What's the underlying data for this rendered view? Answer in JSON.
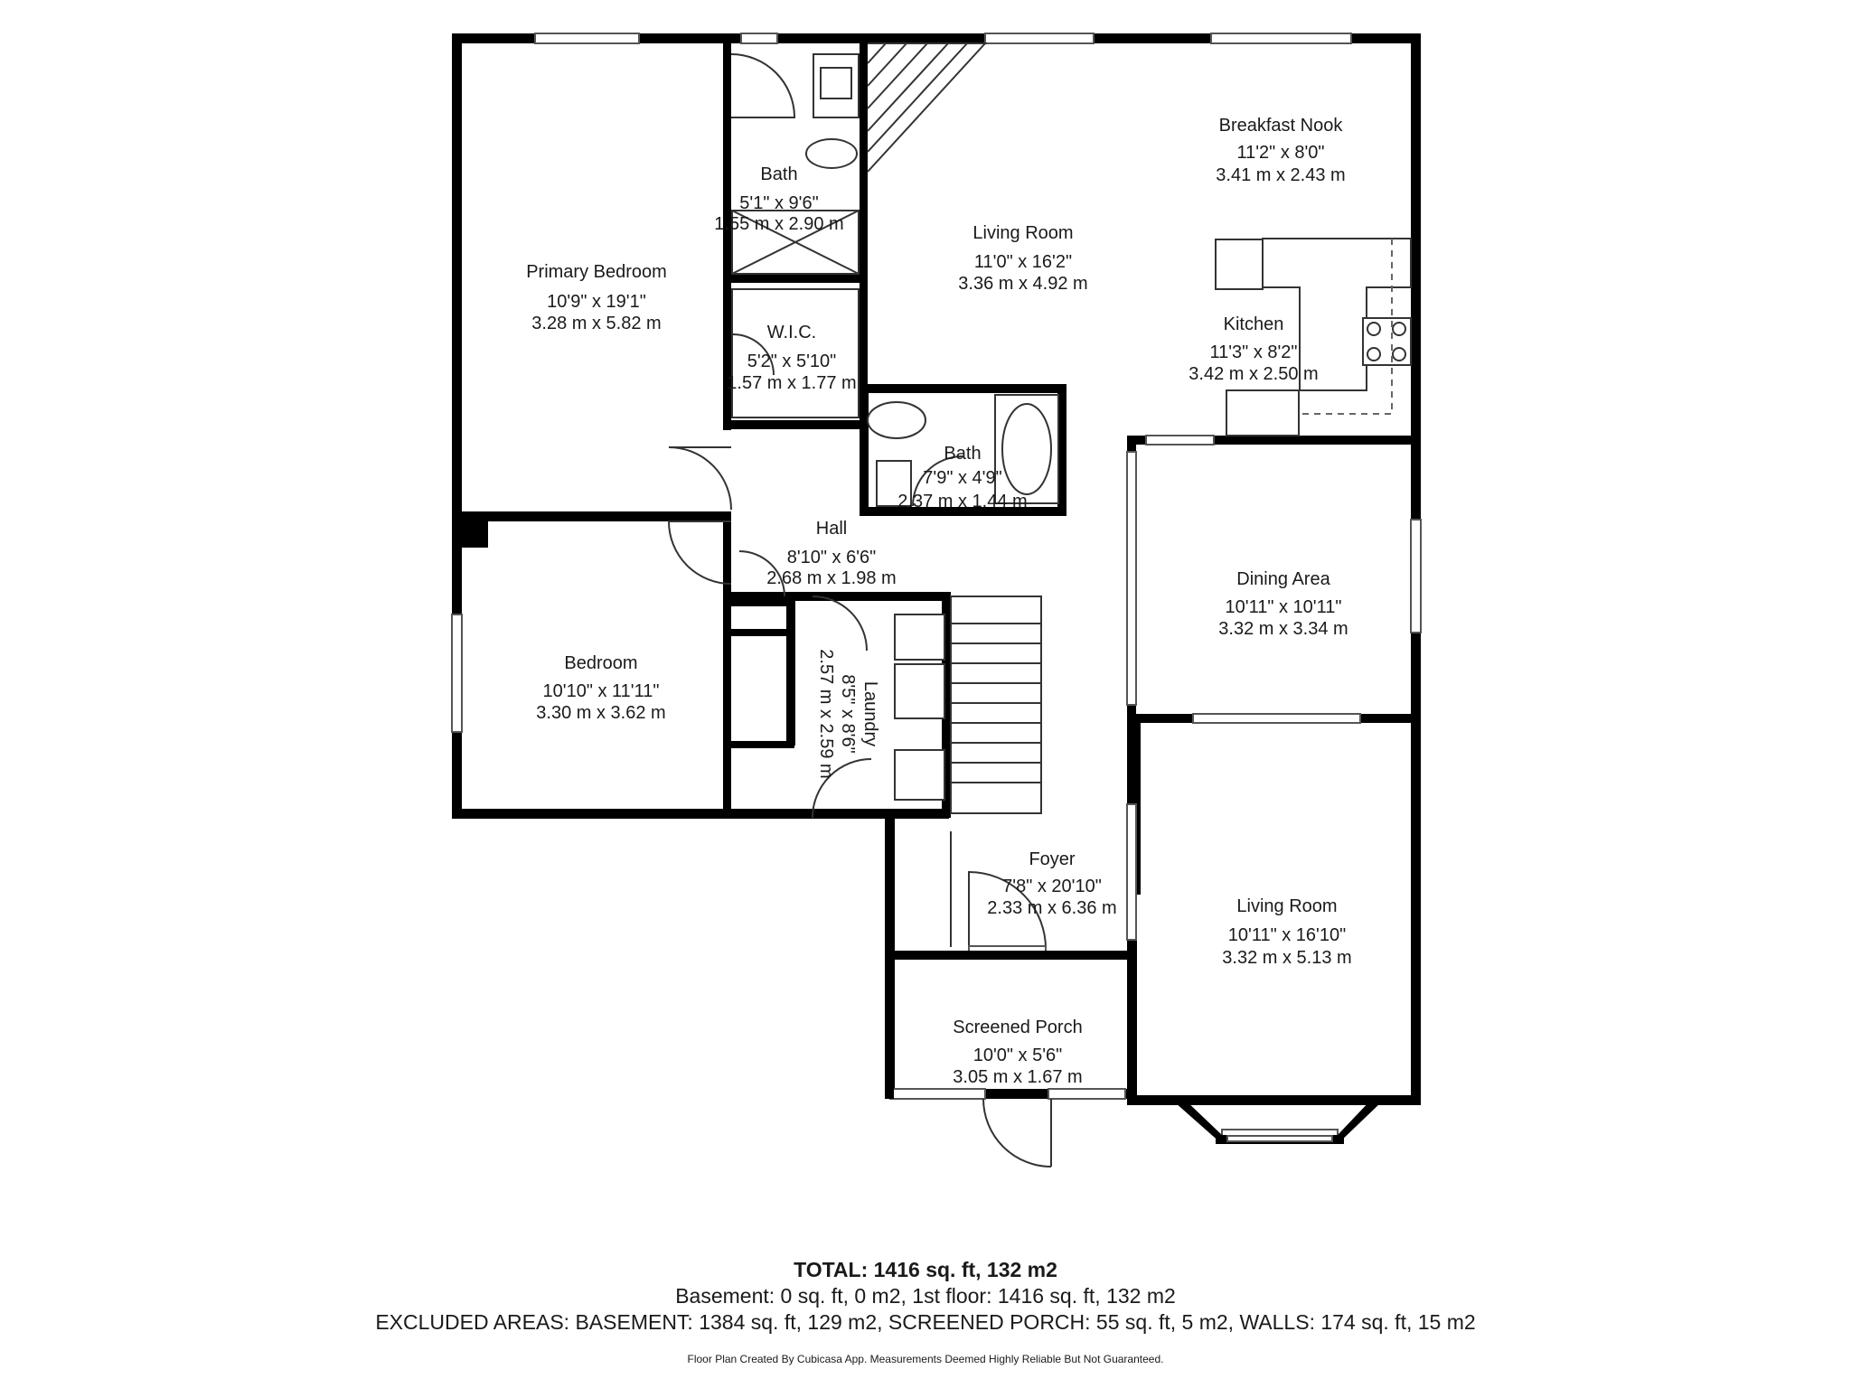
{
  "rooms": {
    "primary_bedroom": {
      "name": "Primary Bedroom",
      "imperial": "10'9\" x 19'1\"",
      "metric": "3.28 m x 5.82 m"
    },
    "bath_1": {
      "name": "Bath",
      "imperial": "5'1\" x 9'6\"",
      "metric": "1.55 m x 2.90 m"
    },
    "wic": {
      "name": "W.I.C.",
      "imperial": "5'2\" x 5'10\"",
      "metric": "1.57 m x 1.77 m"
    },
    "living_room_1": {
      "name": "Living Room",
      "imperial": "11'0\" x 16'2\"",
      "metric": "3.36 m x 4.92 m"
    },
    "breakfast_nook": {
      "name": "Breakfast Nook",
      "imperial": "11'2\" x 8'0\"",
      "metric": "3.41 m x 2.43 m"
    },
    "kitchen": {
      "name": "Kitchen",
      "imperial": "11'3\" x 8'2\"",
      "metric": "3.42 m x 2.50 m"
    },
    "bath_2": {
      "name": "Bath",
      "imperial": "7'9\" x 4'9\"",
      "metric": "2.37 m x 1.44 m"
    },
    "hall": {
      "name": "Hall",
      "imperial": "8'10\" x 6'6\"",
      "metric": "2.68 m x 1.98 m"
    },
    "dining_area": {
      "name": "Dining Area",
      "imperial": "10'11\" x 10'11\"",
      "metric": "3.32 m x 3.34 m"
    },
    "bedroom": {
      "name": "Bedroom",
      "imperial": "10'10\" x 11'11\"",
      "metric": "3.30 m x 3.62 m"
    },
    "laundry": {
      "name": "Laundry",
      "imperial": "8'5\" x 8'6\"",
      "metric": "2.57 m x 2.59 m"
    },
    "foyer": {
      "name": "Foyer",
      "imperial": "7'8\" x 20'10\"",
      "metric": "2.33 m x 6.36 m"
    },
    "living_room_2": {
      "name": "Living Room",
      "imperial": "10'11\" x 16'10\"",
      "metric": "3.32 m x 5.13 m"
    },
    "screened_porch": {
      "name": "Screened Porch",
      "imperial": "10'0\" x 5'6\"",
      "metric": "3.05 m x 1.67 m"
    }
  },
  "summary": {
    "total": "TOTAL: 1416 sq. ft, 132 m2",
    "floors": "Basement: 0 sq. ft, 0 m2, 1st floor: 1416 sq. ft, 132 m2",
    "excluded": "EXCLUDED AREAS: BASEMENT: 1384 sq. ft, 129 m2, SCREENED PORCH: 55 sq. ft, 5 m2, WALLS: 174 sq. ft, 15 m2",
    "credit": "Floor Plan Created By Cubicasa App. Measurements Deemed Highly Reliable But Not Guaranteed."
  }
}
